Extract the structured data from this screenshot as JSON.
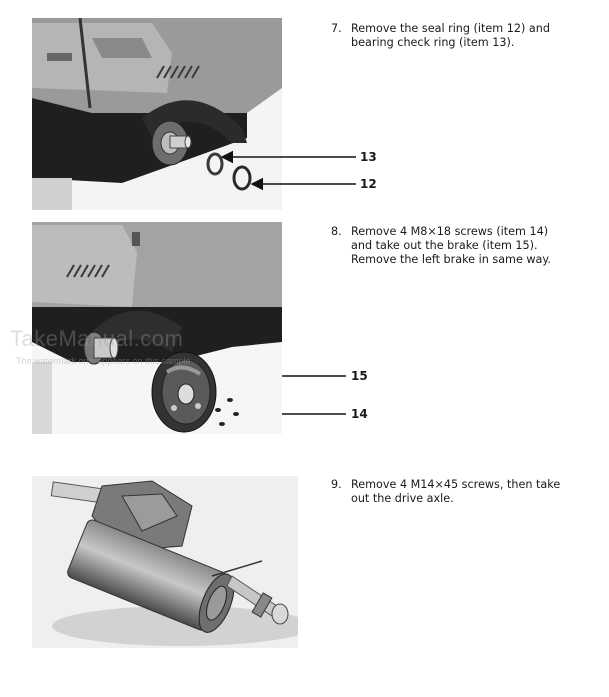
{
  "steps": [
    {
      "number": "7.",
      "text": "Remove the seal ring (item 12) and bearing check ring (item 13)."
    },
    {
      "number": "8.",
      "text": "Remove 4 M8×18 screws (item 14) and take out the brake (item 15). Remove the left brake in same way."
    },
    {
      "number": "9.",
      "text": "Remove 4 M14×45 screws, then take out the drive axle."
    }
  ],
  "callouts": {
    "c13": "13",
    "c12": "12",
    "c15": "15",
    "c14": "14"
  },
  "watermark": {
    "brand": "TakeManual.com",
    "note": "The watermark only appears on this sample"
  }
}
